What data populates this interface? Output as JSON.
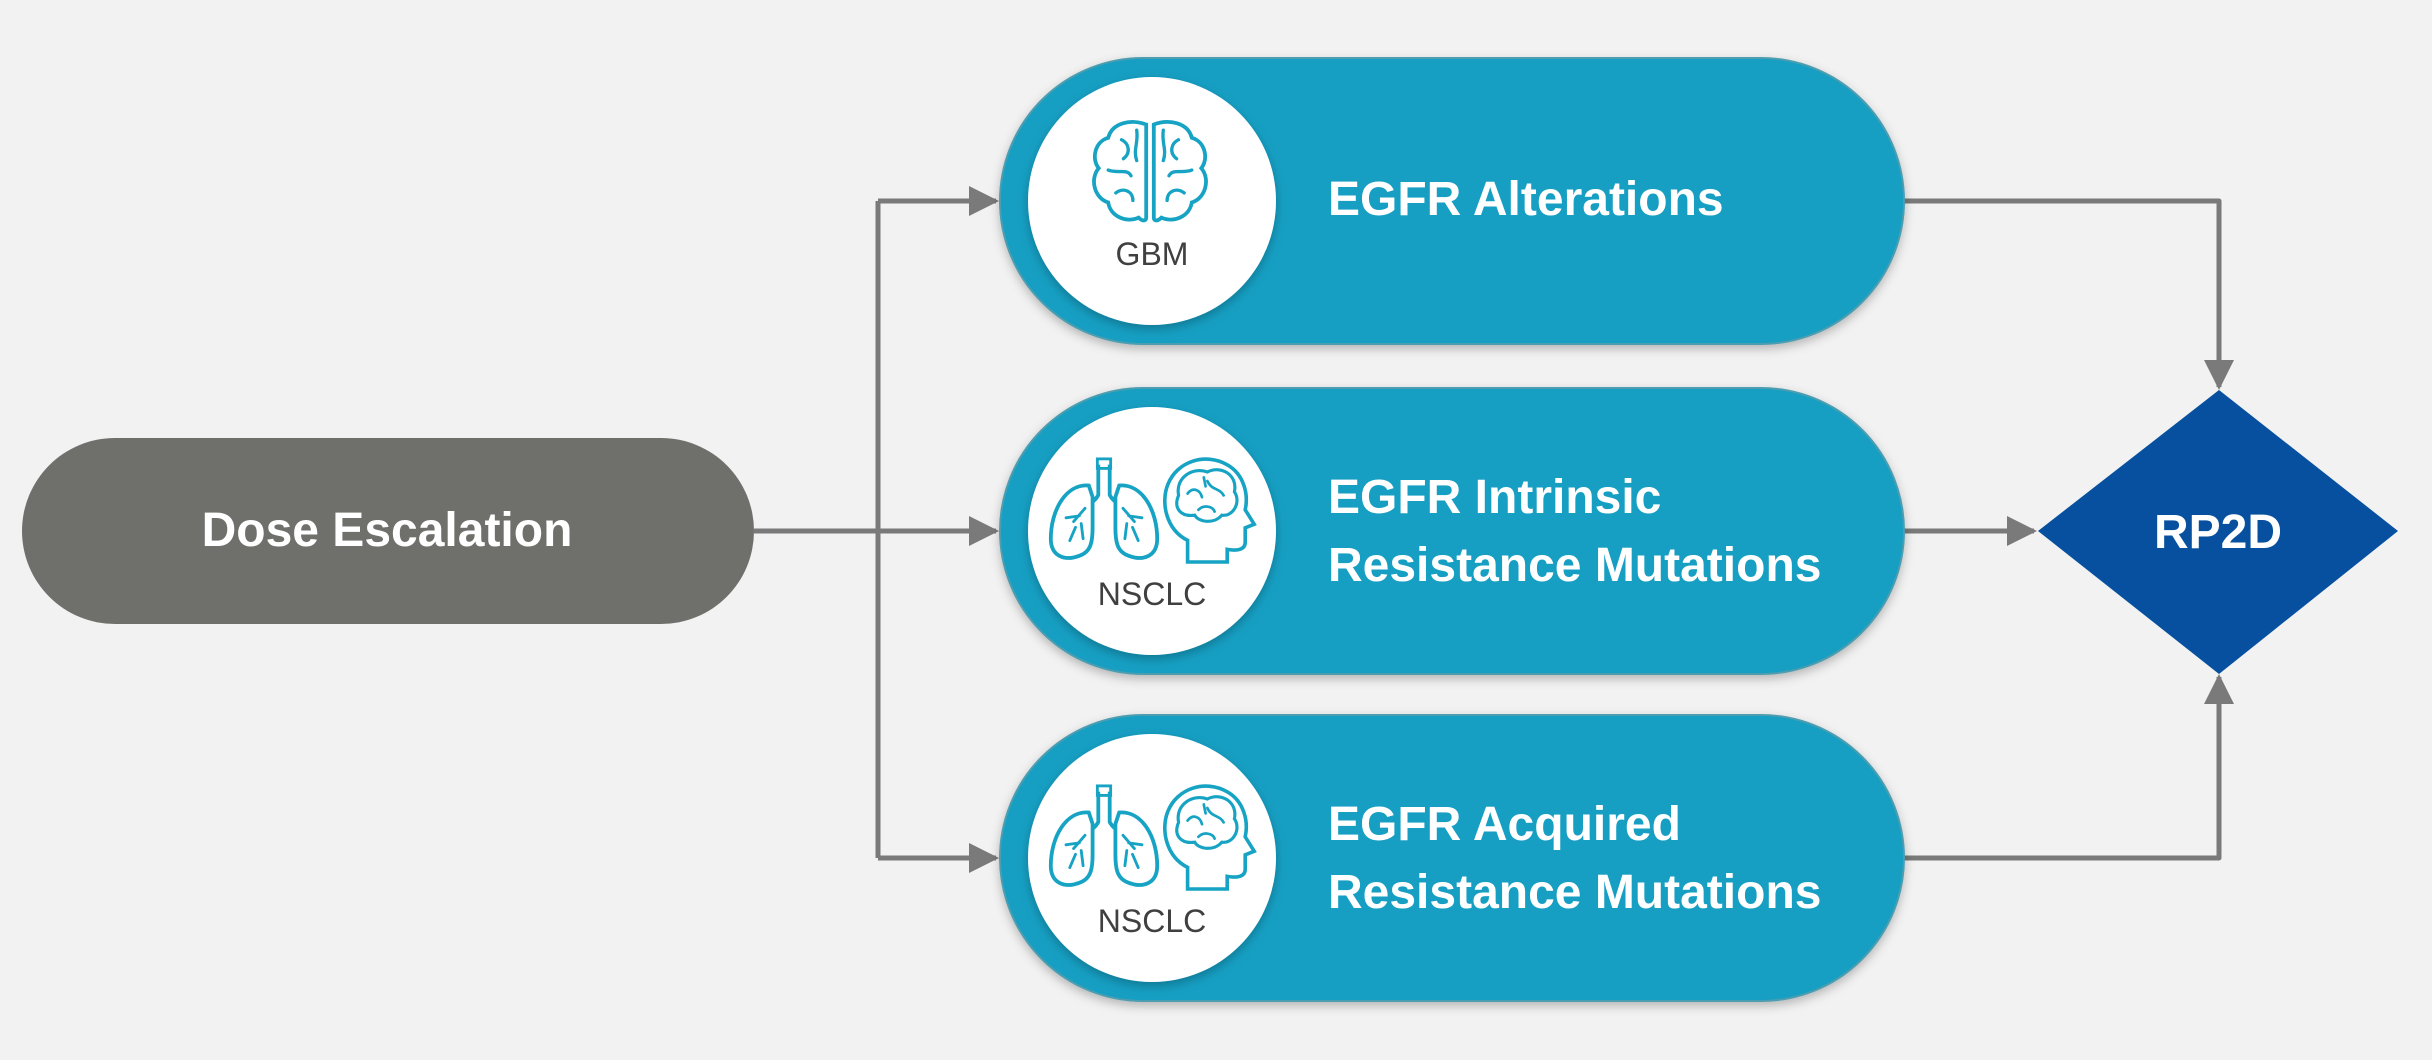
{
  "colors": {
    "background": "#f2f2f2",
    "start_node": "#6f6f6b",
    "row_pill": "#129fc3",
    "decision_node": "#06509f",
    "connector": "#7a7a7a",
    "icon_stroke": "#17a3c4"
  },
  "start": {
    "label": "Dose Escalation"
  },
  "rows": [
    {
      "title": [
        "EGFR Alterations"
      ],
      "icon": "brain-icon",
      "caption": "GBM"
    },
    {
      "title": [
        "EGFR Intrinsic",
        "Resistance Mutations"
      ],
      "icon": "lungs-and-brain-icon",
      "caption": "NSCLC"
    },
    {
      "title": [
        "EGFR Acquired",
        "Resistance Mutations"
      ],
      "icon": "lungs-and-brain-icon",
      "caption": "NSCLC"
    }
  ],
  "end": {
    "label": "RP2D"
  }
}
